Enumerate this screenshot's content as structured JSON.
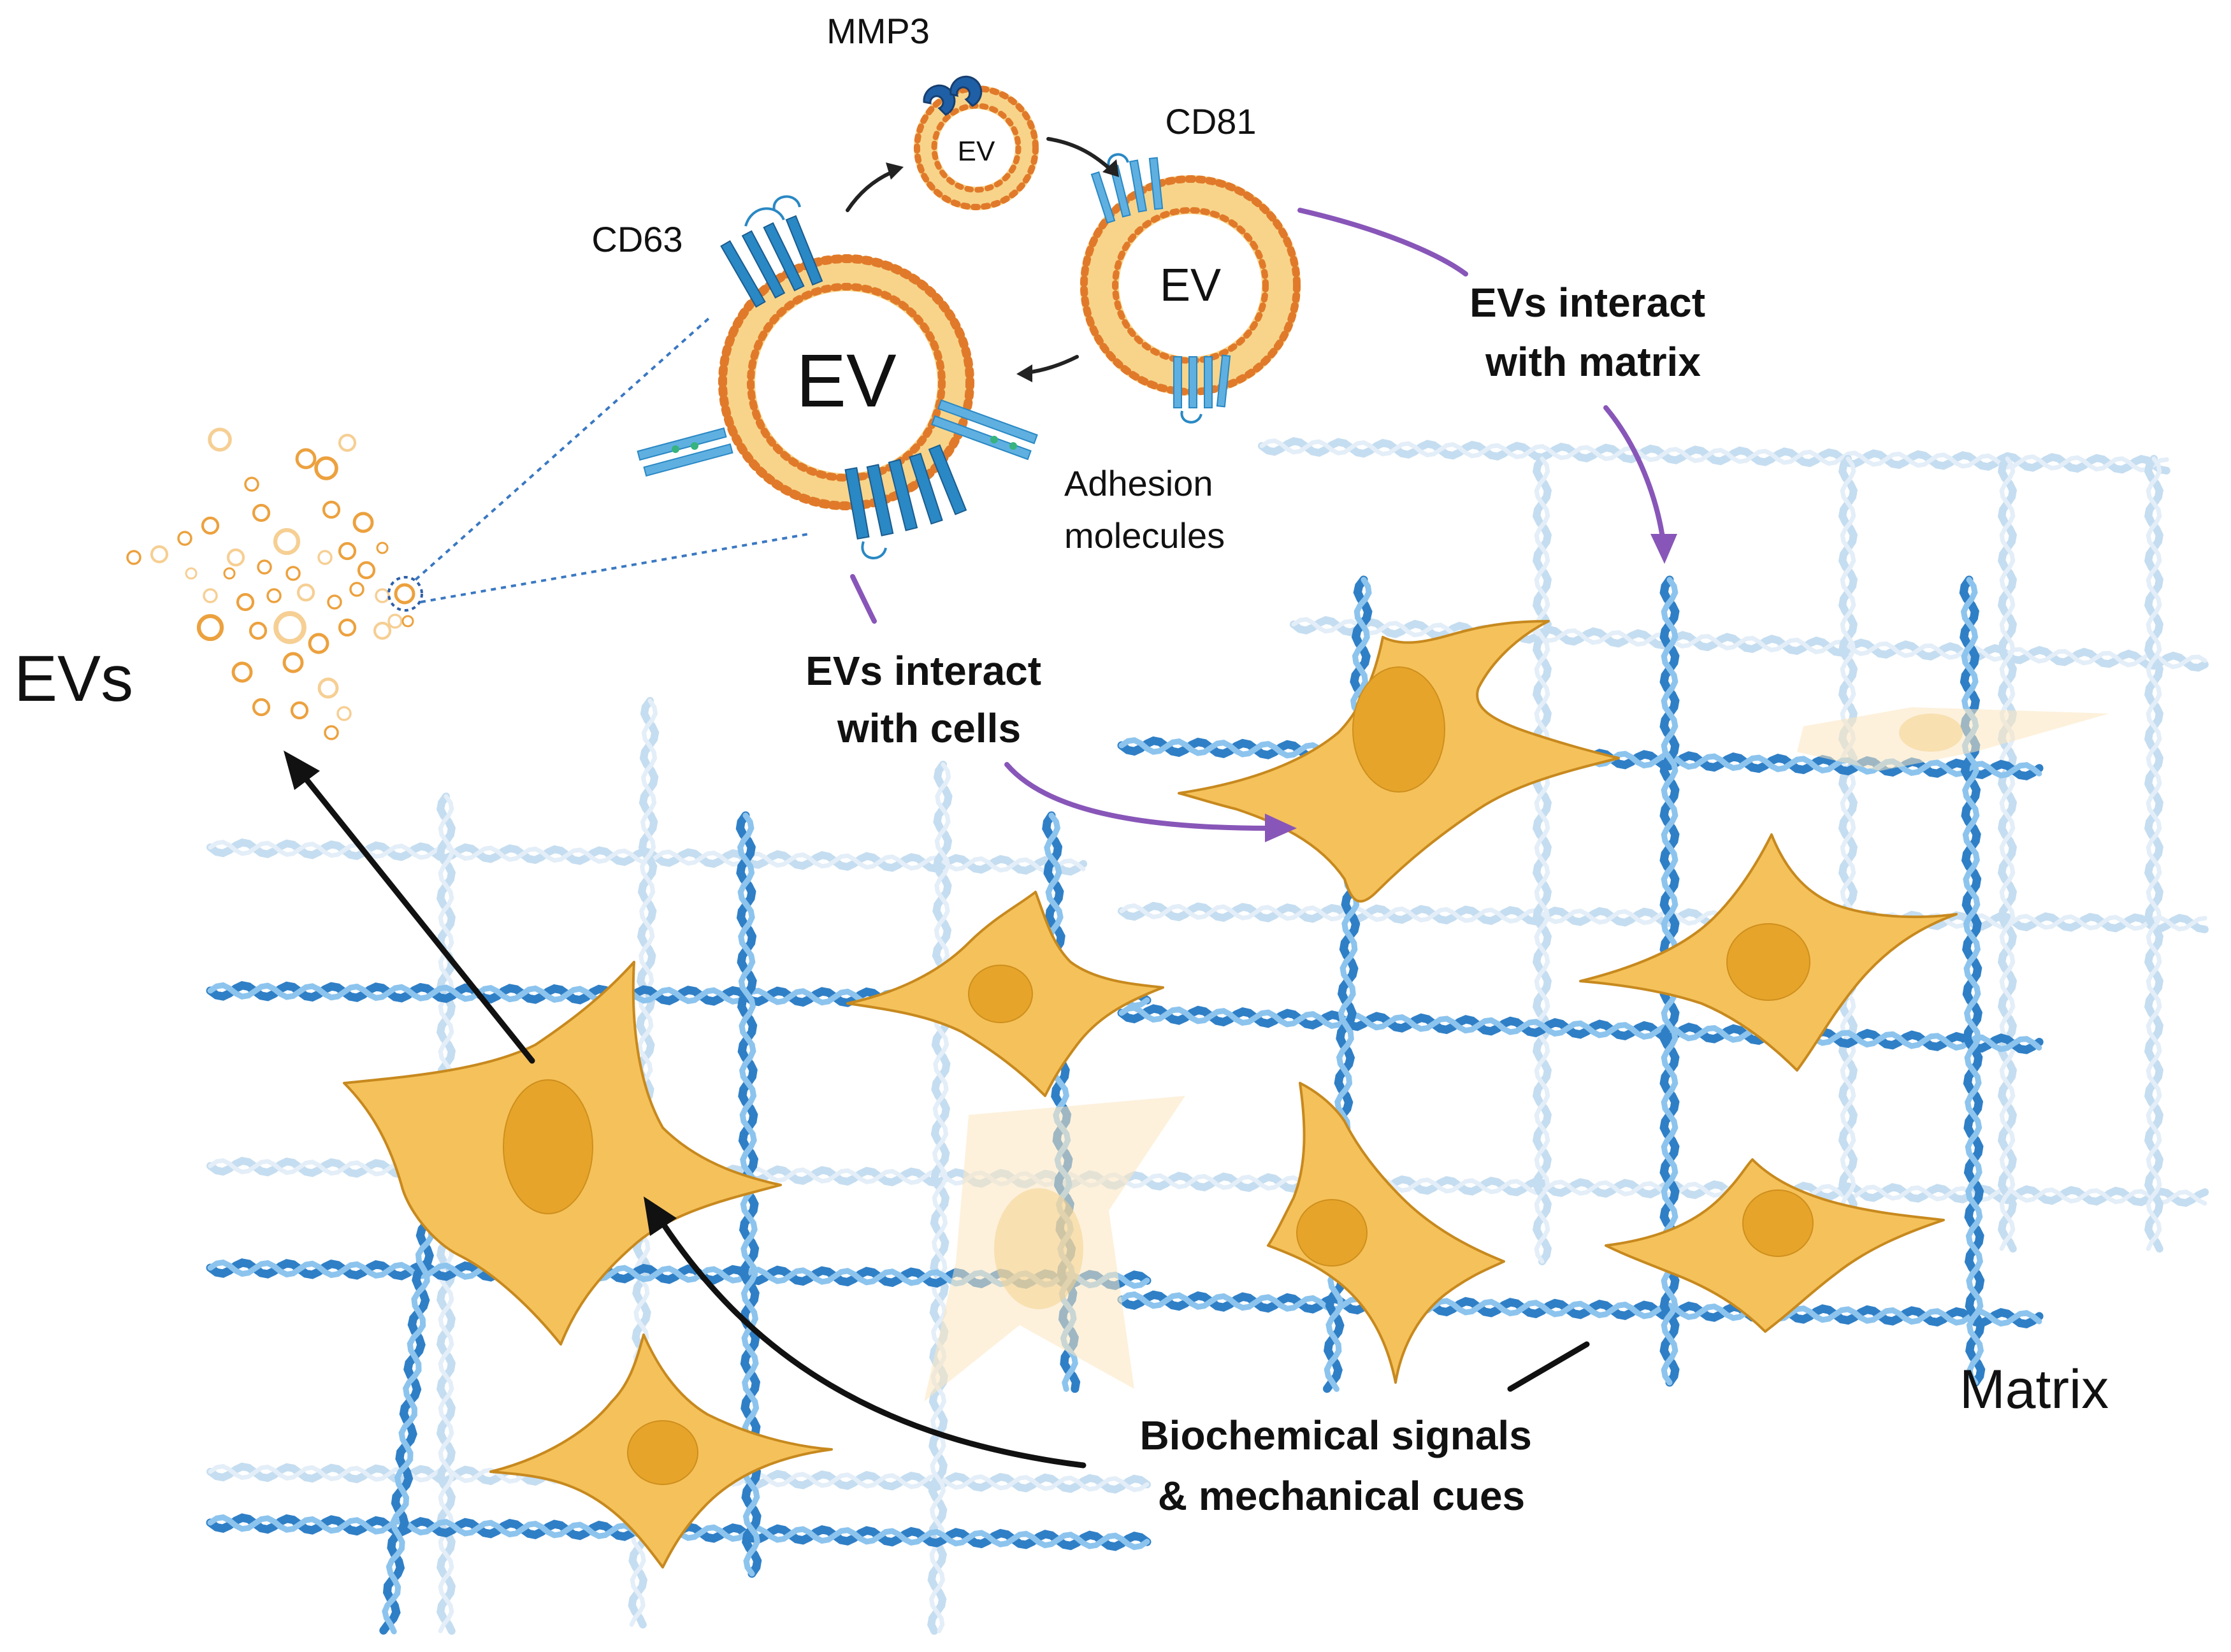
{
  "labels": {
    "evs": "EVs",
    "ev_large": "EV",
    "ev_medium": "EV",
    "ev_small": "EV",
    "mmp3": "MMP3",
    "cd81": "CD81",
    "cd63": "CD63",
    "adhesion_line1": "Adhesion",
    "adhesion_line2": "molecules",
    "interact_matrix_line1": "EVs interact",
    "interact_matrix_line2": "with matrix",
    "interact_cells_line1": "EVs interact",
    "interact_cells_line2": "with cells",
    "matrix": "Matrix",
    "signals_line1": "Biochemical signals",
    "signals_line2": "& mechanical cues"
  },
  "colors": {
    "fiber": "#2f7fc6",
    "fiber_light": "#8cc4ee",
    "cell": "#f5c15a",
    "nucleus": "#e6a52a",
    "membrane": "#e07a2a",
    "tetraspanin": "#2a88c4",
    "arrow_purple": "#8856b8",
    "arrow_black": "#111111"
  },
  "icons": {
    "cells": "cell-icon",
    "fibers": "collagen-fiber-icon",
    "vesicles": "vesicle-icon",
    "mmp3": "enzyme-icon",
    "tetraspanin": "tetraspanin-icon"
  }
}
